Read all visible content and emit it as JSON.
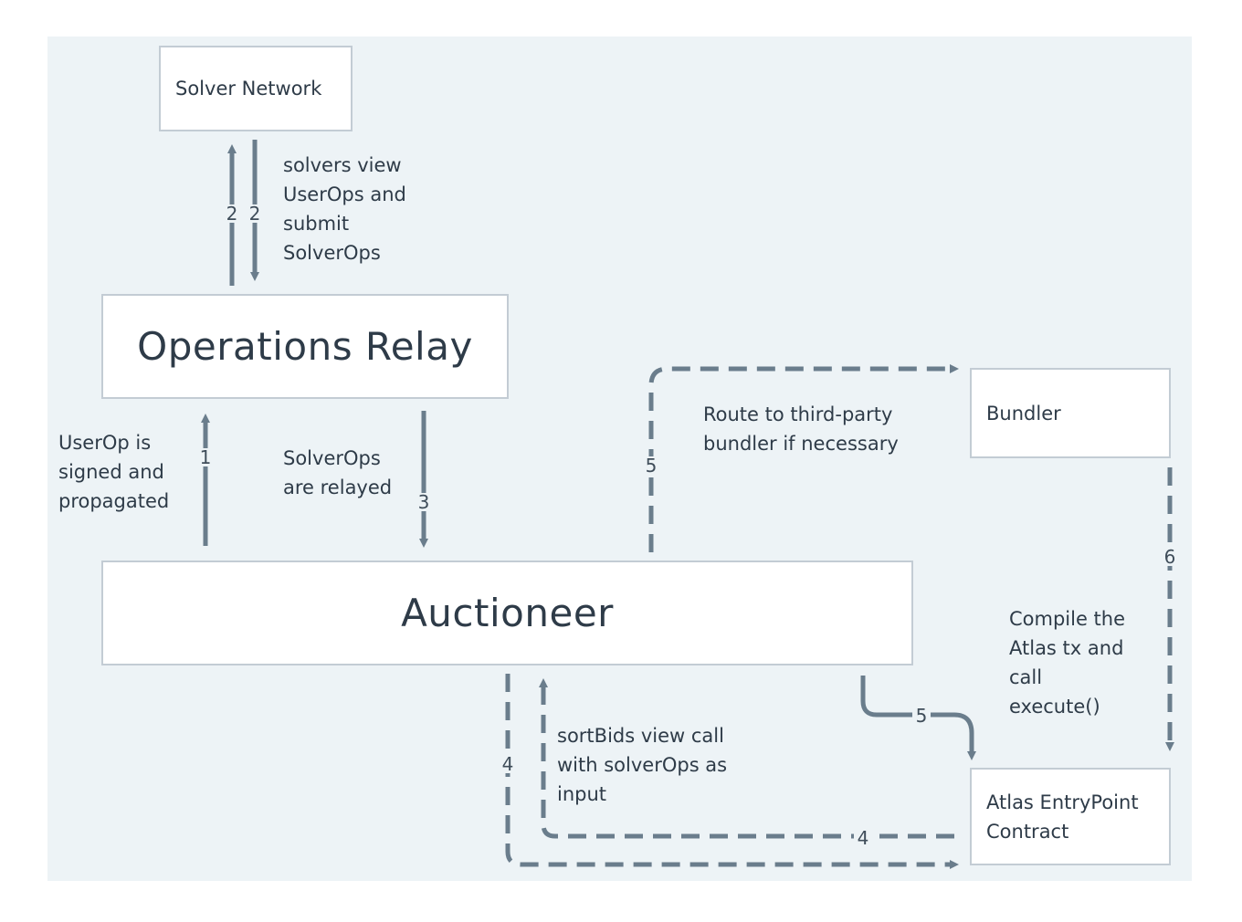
{
  "nodes": {
    "solver_network": "Solver Network",
    "operations_relay": "Operations Relay",
    "auctioneer": "Auctioneer",
    "bundler": "Bundler",
    "atlas_entrypoint": "Atlas EntryPoint\nContract"
  },
  "notes": {
    "solvers_view": "solvers view\nUserOps and\nsubmit\nSolverOps",
    "userop_signed": "UserOp is\nsigned and\npropagated",
    "solverops_relayed": "SolverOps\nare relayed",
    "route_bundler": "Route to third-party\nbundler if necessary",
    "compile_atlas": "Compile the\nAtlas tx and\ncall\nexecute()",
    "sortbids": "sortBids view call\nwith solverOps as\ninput"
  },
  "edges": {
    "up_to_solver": "2",
    "down_to_relay": "2",
    "up_to_relay": "1",
    "down_to_auctioneer": "3",
    "to_bundler": "5",
    "to_entrypoint": "5",
    "bundler_to_entrypoint": "6",
    "auctioneer_down": "4",
    "entrypoint_to_auctioneer": "4"
  },
  "colors": {
    "background": "#edf3f6",
    "arrow": "#6a7d8c",
    "text": "#2e3b48"
  }
}
